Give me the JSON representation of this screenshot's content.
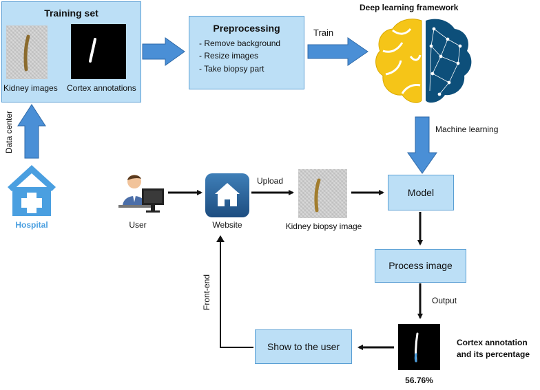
{
  "training_set": {
    "title": "Training set",
    "image1_label": "Kidney images",
    "image2_label": "Cortex annotations"
  },
  "preprocessing": {
    "title": "Preprocessing",
    "steps": [
      "- Remove background",
      "- Resize images",
      "- Take biopsy part"
    ]
  },
  "train_label": "Train",
  "framework_title": "Deep learning framework",
  "machine_learning_label": "Machine learning",
  "data_center_label": "Data center",
  "hospital_label": "Hospital",
  "user_label": "User",
  "website_label": "Website",
  "upload_label": "Upload",
  "kidney_biopsy_label": "Kidney biopsy image",
  "model_label": "Model",
  "process_image_label": "Process image",
  "output_label": "Output",
  "show_user_label": "Show to the user",
  "front_end_label": "Front-end",
  "cortex_output": {
    "line1": "Cortex annotation",
    "line2": "and its percentage",
    "percentage": "56.76%"
  },
  "colors": {
    "box_fill": "#bcdff6",
    "box_border": "#5a9fd4",
    "block_arrow": "#4a8fd6",
    "hospital_blue": "#4a9fe0",
    "brain_yellow": "#f5c518",
    "brain_navy": "#0d4f7a"
  }
}
